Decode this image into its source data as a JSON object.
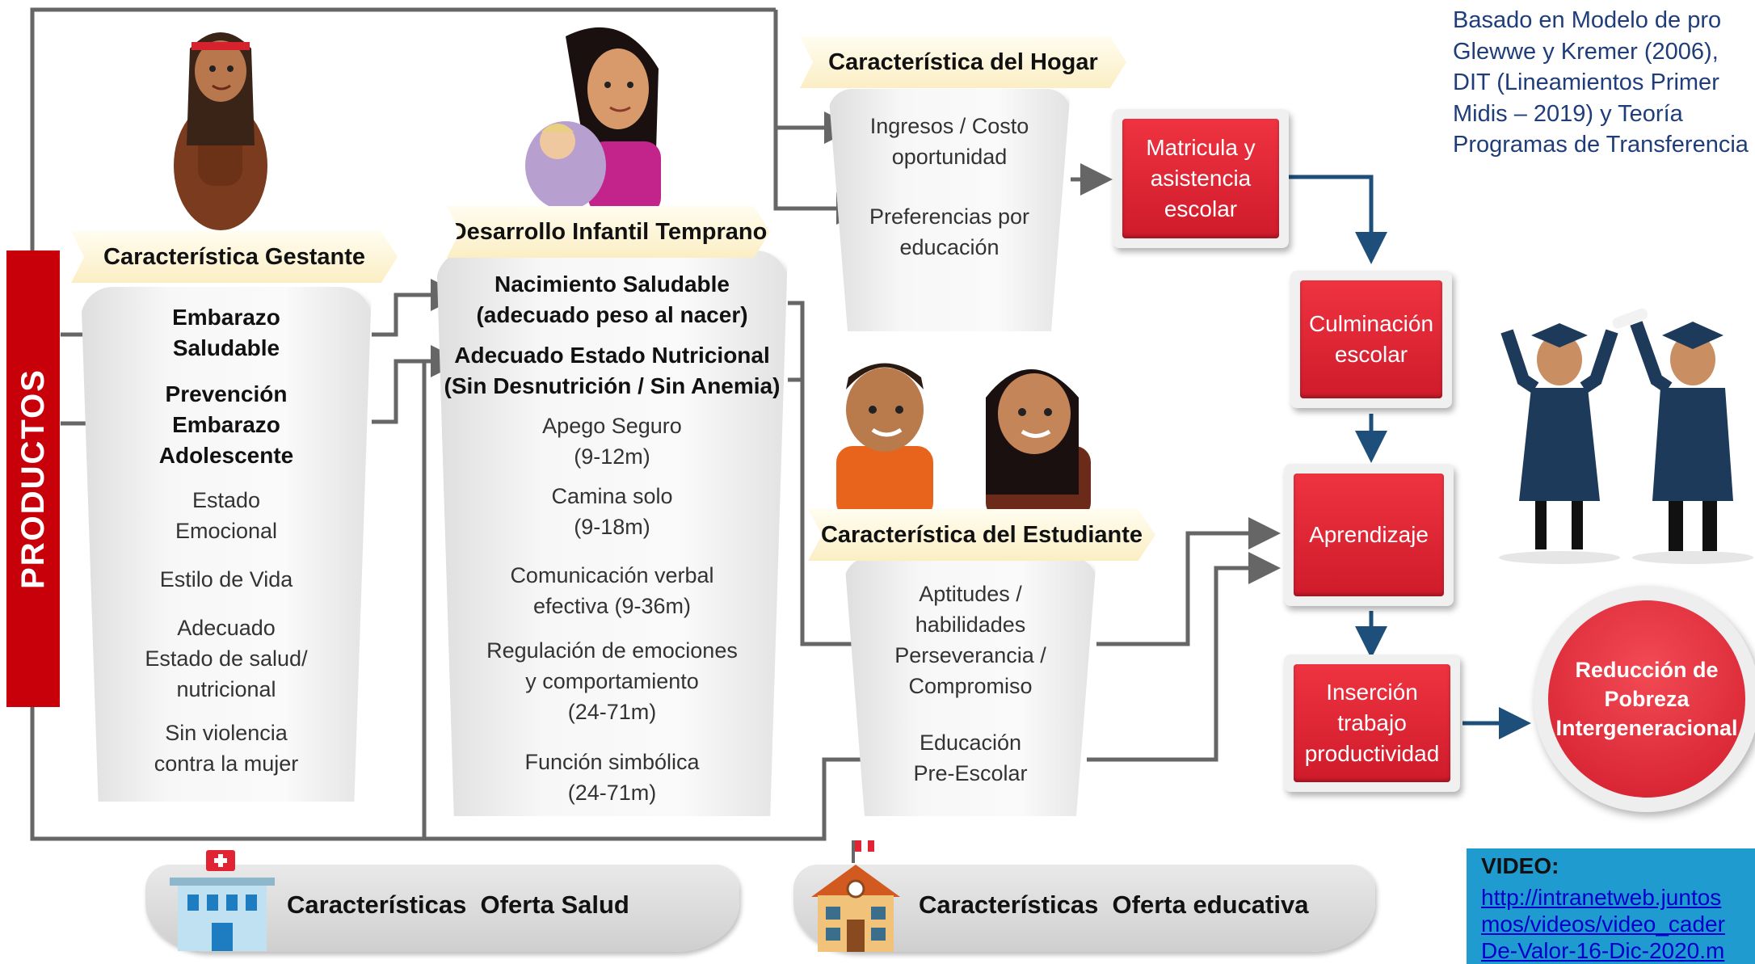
{
  "productos": "PRODUCTOS",
  "source_note": [
    "Basado en Modelo de pro",
    "Glewwe y Kremer (2006),",
    "DIT (Lineamientos Primer",
    "Midis – 2019) y Teoría",
    "Programas de Transferencia"
  ],
  "gestante": {
    "title": "Característica Gestante",
    "items": [
      {
        "text": "Embarazo\nSaludable",
        "bold": true
      },
      {
        "text": "Prevención\nEmbarazo\nAdolescente",
        "bold": true
      },
      {
        "text": "Estado\nEmocional",
        "bold": false
      },
      {
        "text": "Estilo de Vida",
        "bold": false
      },
      {
        "text": "Adecuado\nEstado de salud/\nnutricional",
        "bold": false
      },
      {
        "text": "Sin violencia\ncontra la mujer",
        "bold": false
      }
    ]
  },
  "dit": {
    "title": "Desarrollo Infantil Temprano",
    "items": [
      {
        "text": "Nacimiento Saludable\n(adecuado peso al nacer)",
        "bold": true
      },
      {
        "text": "Adecuado Estado Nutricional\n(Sin Desnutrición / Sin Anemia)",
        "bold": true
      },
      {
        "text": "Apego Seguro\n(9-12m)",
        "bold": false
      },
      {
        "text": "Camina solo\n(9-18m)",
        "bold": false
      },
      {
        "text": "Comunicación verbal\nefectiva (9-36m)",
        "bold": false
      },
      {
        "text": "Regulación de emociones\ny comportamiento\n(24-71m)",
        "bold": false
      },
      {
        "text": "Función simbólica\n(24-71m)",
        "bold": false
      }
    ]
  },
  "hogar": {
    "title": "Característica del Hogar",
    "items": [
      "Ingresos / Costo\noportunidad",
      "Preferencias por\neducación"
    ]
  },
  "estudiante": {
    "title": "Característica del Estudiante",
    "items": [
      "Aptitudes /\nhabilidades\nPerseverancia /\nCompromiso",
      "Educación\nPre-Escolar"
    ]
  },
  "outcomes": {
    "matricula": "Matricula y\nasistencia\nescolar",
    "culminacion": "Culminación\nescolar",
    "aprendizaje": "Aprendizaje",
    "insercion": "Inserción\ntrabajo\nproductividad",
    "reduccion": "Reducción de\nPobreza\nIntergeneracional"
  },
  "oferta": {
    "salud": "Características  Oferta Salud",
    "educativa": "Características  Oferta educativa"
  },
  "video": {
    "label": "VIDEO:",
    "link": [
      "http://intranetweb.juntos",
      "mos/videos/video_cader",
      "De-Valor-16-Dic-2020.m"
    ]
  },
  "colors": {
    "red": "#e02433",
    "dark_red": "#c8000a",
    "navy": "#1f3864",
    "blue_box": "#1f9bcf",
    "link": "#0000cc"
  }
}
